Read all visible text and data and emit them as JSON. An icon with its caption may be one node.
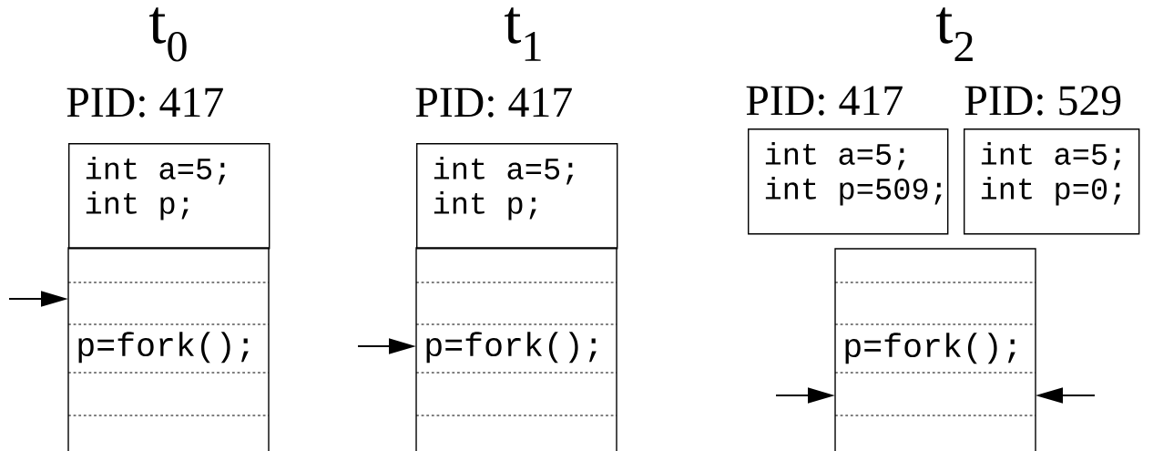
{
  "diagram": {
    "nodes": [
      {
        "text": [
          "PID: 417",
          "int a=5; int p;"
        ]
      },
      {
        "text": [
          "p=fork();"
        ]
      },
      {
        "text": [
          "PID: 417",
          "int a=5; int p;"
        ]
      },
      {
        "text": [
          "p=fork();"
        ]
      },
      {
        "text": [
          "PID: 417",
          "int a=5; int p=509;"
        ]
      },
      {
        "text": [
          "PID: 529",
          "int a=5; int p=0;"
        ]
      },
      {
        "text": [
          "p=fork();"
        ]
      }
    ],
    "edges": [
      {
        "from": null,
        "to": 1,
        "arrow": "to"
      },
      {
        "from": null,
        "to": 3,
        "arrow": "to"
      },
      {
        "from": null,
        "to": 6,
        "arrow": "to"
      },
      {
        "from": null,
        "to": 6,
        "arrow": "to"
      }
    ],
    "labels": [
      "t$_{0}$",
      "t$_{1}$",
      "t$_{2}$"
    ]
  }
}
